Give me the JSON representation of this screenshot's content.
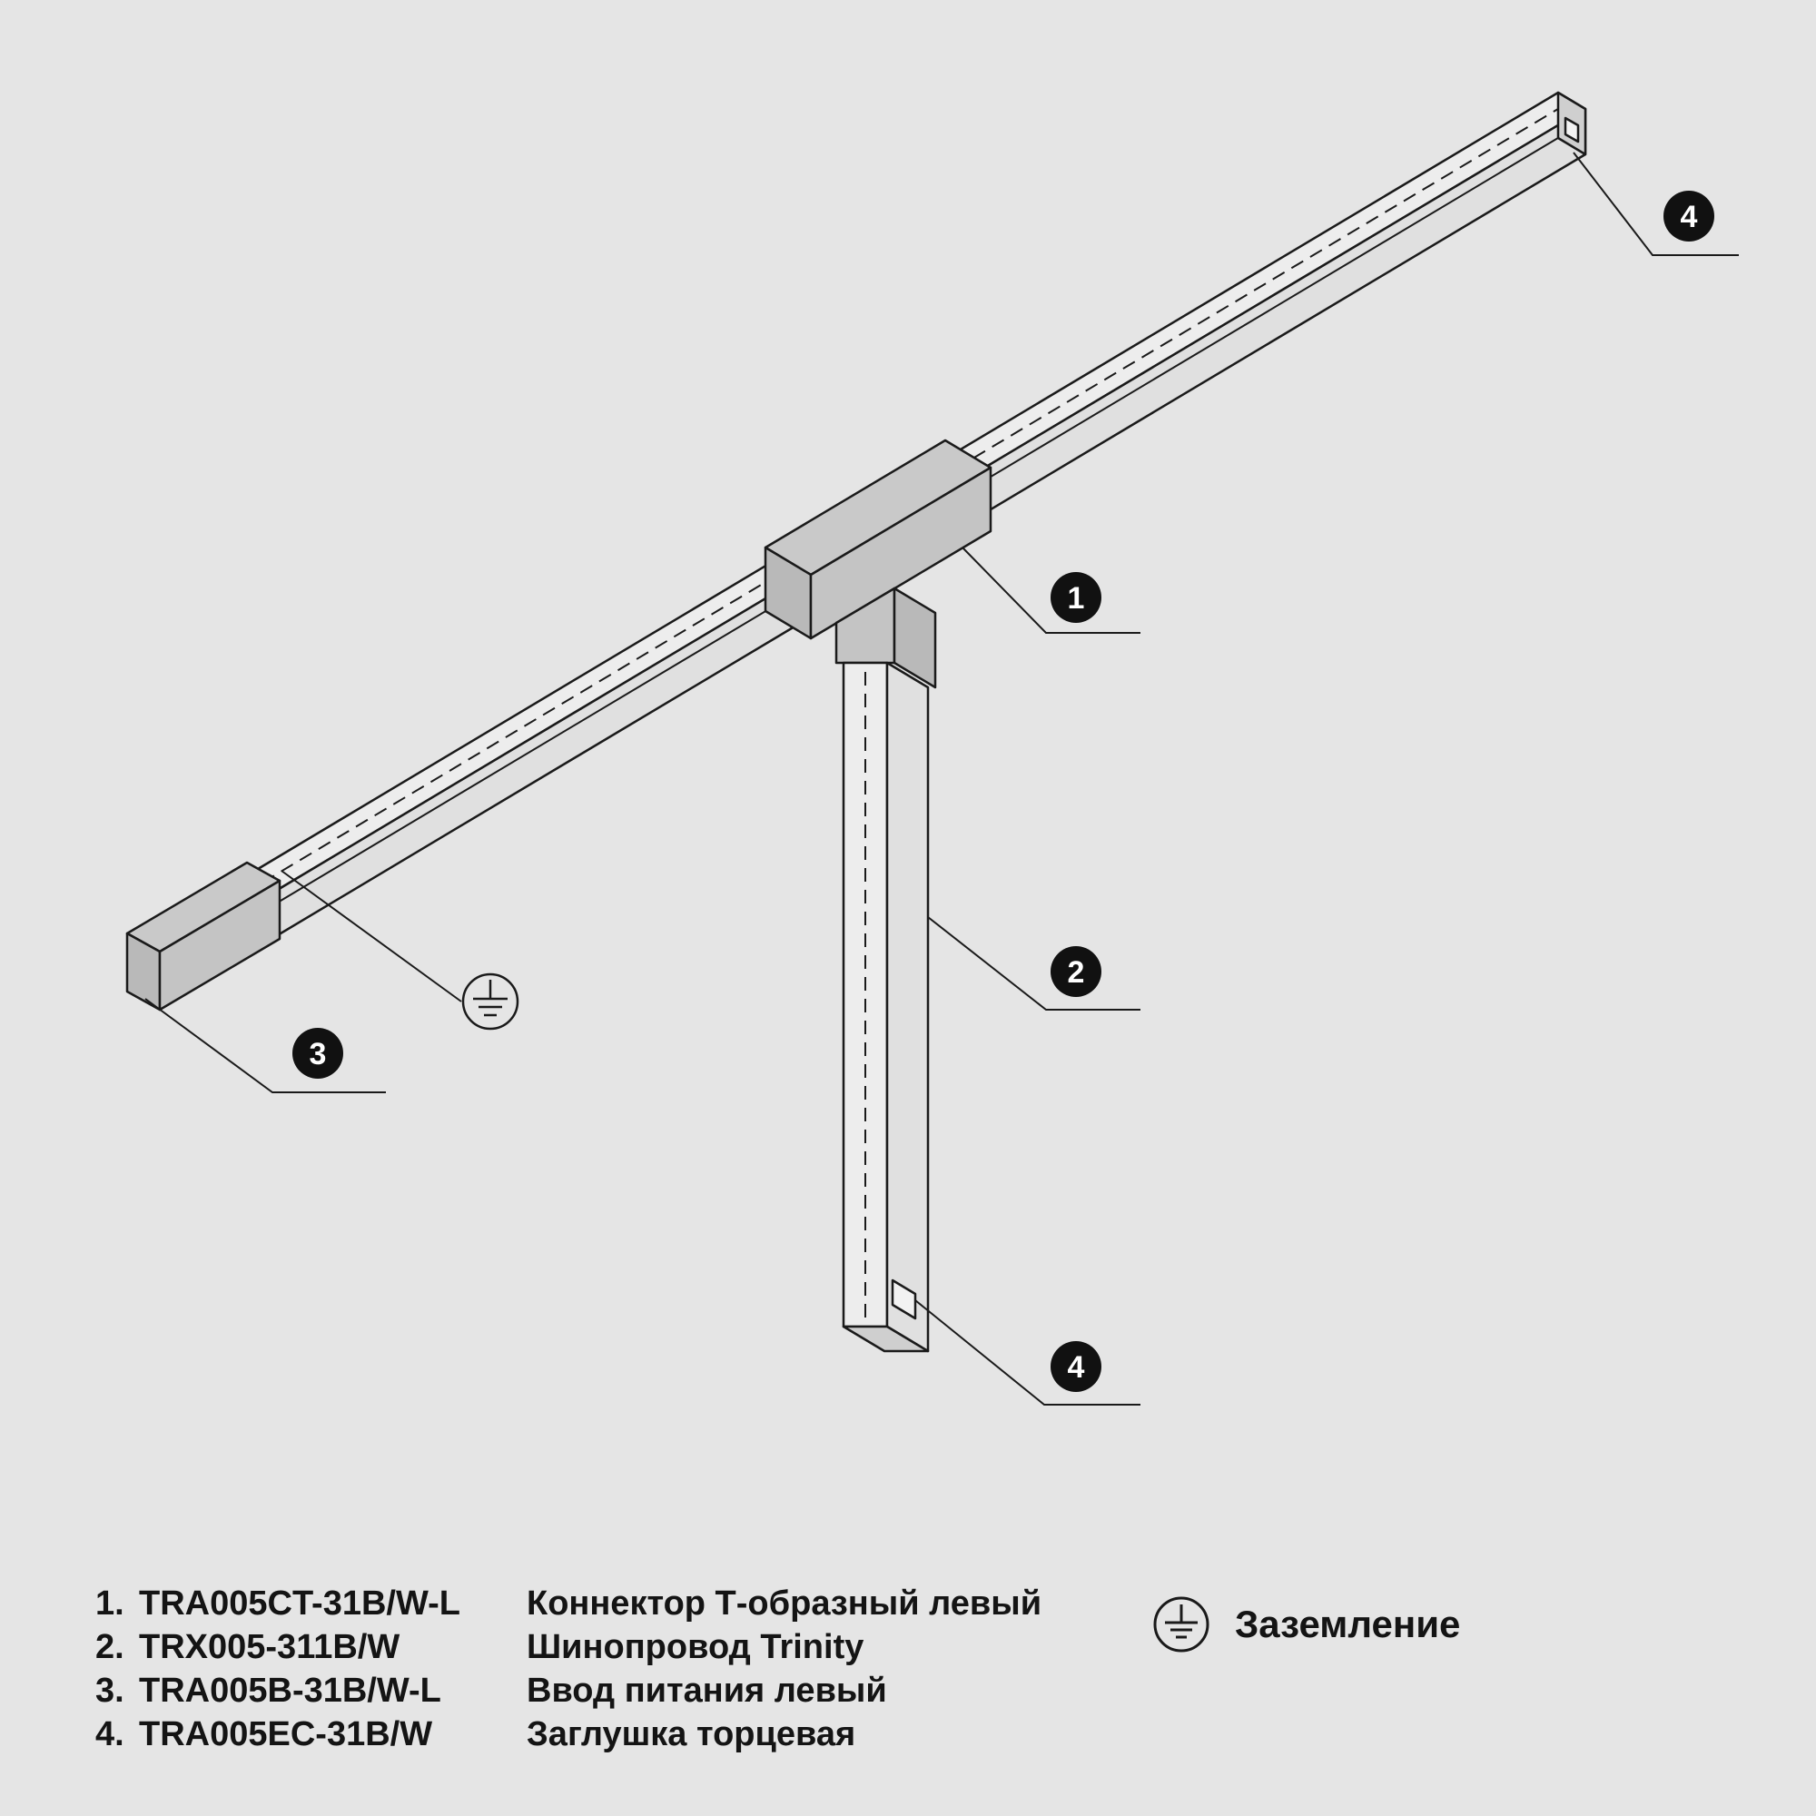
{
  "colors": {
    "background": "#e5e5e5",
    "line": "#1a1a1a",
    "track_face": "#ededed",
    "track_side": "#e0e0e0",
    "part_fill": "#c9c9c9",
    "part_fill_dark": "#b9b9b9",
    "part_front": "#c4c4c4",
    "cap_face": "#cfcfcf",
    "notch_fill": "#f2f2f2",
    "callout_bg": "#111111",
    "callout_text": "#ffffff"
  },
  "callouts": {
    "connector": "1",
    "track": "2",
    "power_feed": "3",
    "end_cap_top": "4",
    "end_cap_bottom": "4"
  },
  "legend": {
    "items": [
      {
        "num": "1.",
        "code": "TRA005CT-31B/W-L",
        "desc": "Коннектор Т-образный левый"
      },
      {
        "num": "2.",
        "code": "TRX005-311B/W",
        "desc": "Шинопровод Trinity"
      },
      {
        "num": "3.",
        "code": "TRA005B-31B/W-L",
        "desc": "Ввод питания левый"
      },
      {
        "num": "4.",
        "code": "TRA005EC-31B/W",
        "desc": "Заглушка торцевая"
      }
    ],
    "ground_label": "Заземление"
  }
}
